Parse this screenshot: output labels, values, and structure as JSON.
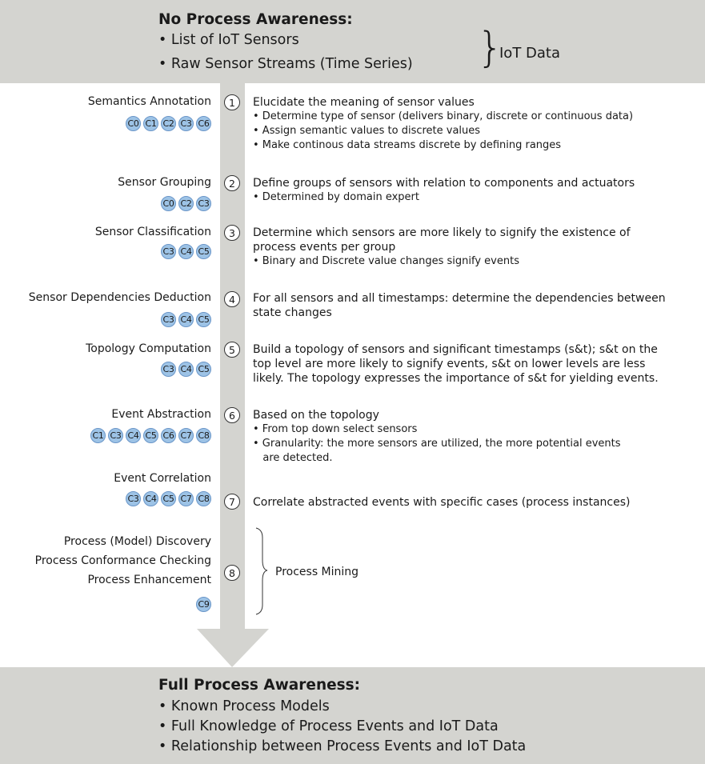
{
  "top_box": {
    "title": "No Process Awareness:",
    "bullets": [
      "• List of IoT Sensors",
      "• Raw Sensor Streams (Time Series)"
    ],
    "brace_label": "IoT Data"
  },
  "steps": [
    {
      "number": "1",
      "labels": [
        "Semantics Annotation"
      ],
      "badges": [
        "C0",
        "C1",
        "C2",
        "C3",
        "C6"
      ],
      "lines": [
        "Elucidate the meaning of sensor values",
        "• Determine type of sensor (delivers binary, discrete or continuous data)",
        "• Assign semantic values to discrete values",
        "• Make continous data streams discrete by defining ranges"
      ]
    },
    {
      "number": "2",
      "labels": [
        "Sensor Grouping"
      ],
      "badges": [
        "C0",
        "C2",
        "C3"
      ],
      "lines": [
        "Define groups of sensors with relation to components and actuators",
        "• Determined by domain expert"
      ]
    },
    {
      "number": "3",
      "labels": [
        "Sensor Classification"
      ],
      "badges": [
        "C3",
        "C4",
        "C5"
      ],
      "lines": [
        "Determine which sensors are more likely to signify the existence of",
        "process events per group",
        "• Binary and Discrete value changes signify events"
      ]
    },
    {
      "number": "4",
      "labels": [
        "Sensor Dependencies Deduction"
      ],
      "badges": [
        "C3",
        "C4",
        "C5"
      ],
      "lines": [
        "For all sensors and all timestamps: determine the dependencies between",
        "state changes"
      ]
    },
    {
      "number": "5",
      "labels": [
        "Topology Computation"
      ],
      "badges": [
        "C3",
        "C4",
        "C5"
      ],
      "lines": [
        "Build a topology of sensors and significant timestamps (s&t); s&t on the",
        "top level are more likely to signify events, s&t on lower levels are less",
        "likely. The topology  expresses the importance of s&t for yielding events."
      ]
    },
    {
      "number": "6",
      "labels": [
        "Event Abstraction"
      ],
      "badges": [
        "C1",
        "C3",
        "C4",
        "C5",
        "C6",
        "C7",
        "C8"
      ],
      "lines": [
        "Based on the topology",
        "• From top down select sensors",
        "• Granularity: the more sensors are utilized, the more potential events",
        "   are detected."
      ]
    },
    {
      "number": "7",
      "labels": [
        "Event Correlation"
      ],
      "badges": [
        "C3",
        "C4",
        "C5",
        "C7",
        "C8"
      ],
      "lines": [
        "Correlate abstracted events with specific cases (process instances)"
      ]
    },
    {
      "number": "8",
      "labels": [
        "Process (Model) Discovery",
        "Process Conformance Checking",
        "Process Enhancement"
      ],
      "badges": [
        "C9"
      ],
      "lines": [
        "Process Mining"
      ]
    }
  ],
  "bottom_box": {
    "title": "Full Process Awareness:",
    "bullets": [
      "• Known Process Models",
      "• Full Knowledge of Process Events and IoT Data",
      "• Relationship between Process Events and IoT Data"
    ]
  },
  "colors": {
    "box_fill": "#d4d4d0",
    "arrow_fill": "#d4d4d0",
    "badge_fill": "#9dc3e6",
    "badge_border": "#6a96c8"
  }
}
